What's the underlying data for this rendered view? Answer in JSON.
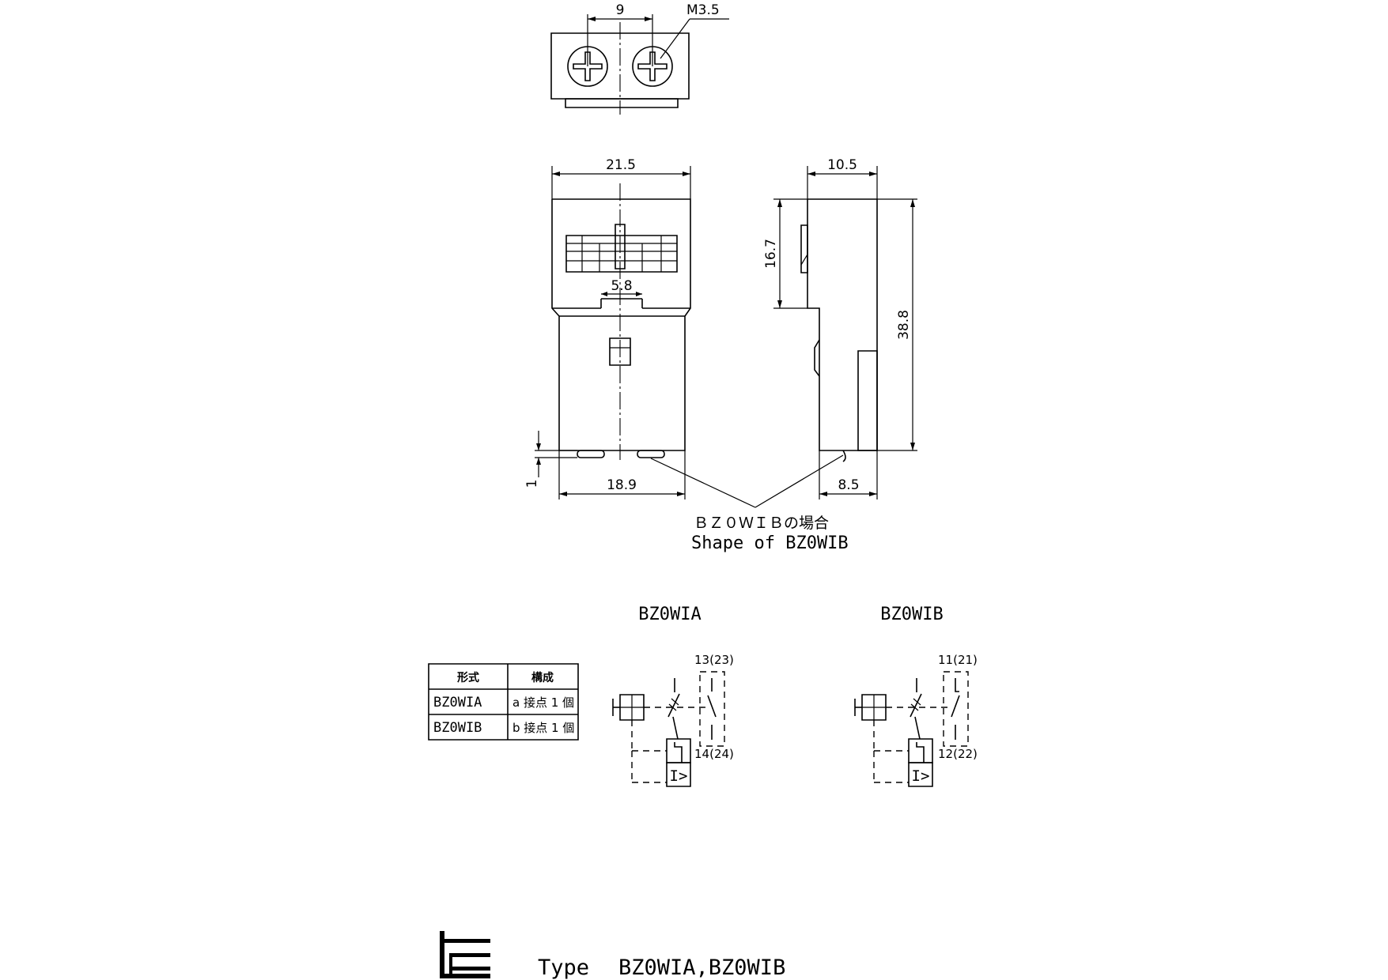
{
  "dimensions": {
    "screw_pitch": "9",
    "screw_size": "M3.5",
    "front_width": "21.5",
    "side_depth": "10.5",
    "upper_height": "16.7",
    "total_height": "38.8",
    "slot_width": "5.8",
    "protrusion": "1",
    "bottom_width": "18.9",
    "side_bottom_depth": "8.5"
  },
  "callout": {
    "jp": "ＢＺ０ＷＩＢの場合",
    "en": "Shape of BZ0WIB"
  },
  "schematics": [
    {
      "title": "BZ0WIA",
      "terminal_top": "13(23)",
      "terminal_bottom": "14(24)",
      "relay_symbol": "I>",
      "contact": "a"
    },
    {
      "title": "BZ0WIB",
      "terminal_top": "11(21)",
      "terminal_bottom": "12(22)",
      "relay_symbol": "I>",
      "contact": "b"
    }
  ],
  "table": {
    "headers": [
      "形式",
      "構成"
    ],
    "rows": [
      [
        "BZ0WIA",
        "a 接点 1 個"
      ],
      [
        "BZ0WIB",
        "b 接点 1 個"
      ]
    ]
  },
  "footer": {
    "type_label": "Type",
    "models": "BZ0WIA,BZ0WIB"
  },
  "icons": [
    "company-logo-icon"
  ]
}
